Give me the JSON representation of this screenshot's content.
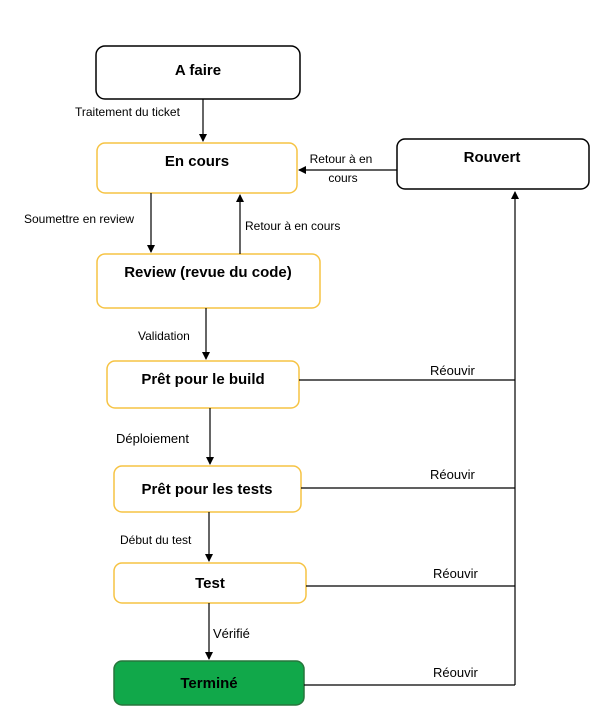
{
  "colors": {
    "black_border": "#000000",
    "yellow_border": "#f6c343",
    "done_fill": "#11a84a",
    "done_border": "#27763c",
    "line": "#000000"
  },
  "nodes": {
    "a_faire": "A faire",
    "en_cours": "En cours",
    "rouvert": "Rouvert",
    "review": "Review (revue du code)",
    "pret_build": "Prêt pour le build",
    "pret_tests": "Prêt pour les tests",
    "test": "Test",
    "termine": "Terminé"
  },
  "edges": {
    "traitement": "Traitement du ticket",
    "retour_en_cours_1": "Retour à en",
    "retour_en_cours_2": "cours",
    "soumettre": "Soumettre en review",
    "retour_a_en_cours": "Retour à en cours",
    "validation": "Validation",
    "deploiement": "Déploiement",
    "debut_test": "Début du test",
    "verifie": "Vérifié",
    "reouvrir_build": "Réouvir",
    "reouvrir_tests": "Réouvir",
    "reouvrir_test": "Réouvir",
    "reouvrir_termine": "Réouvir"
  }
}
